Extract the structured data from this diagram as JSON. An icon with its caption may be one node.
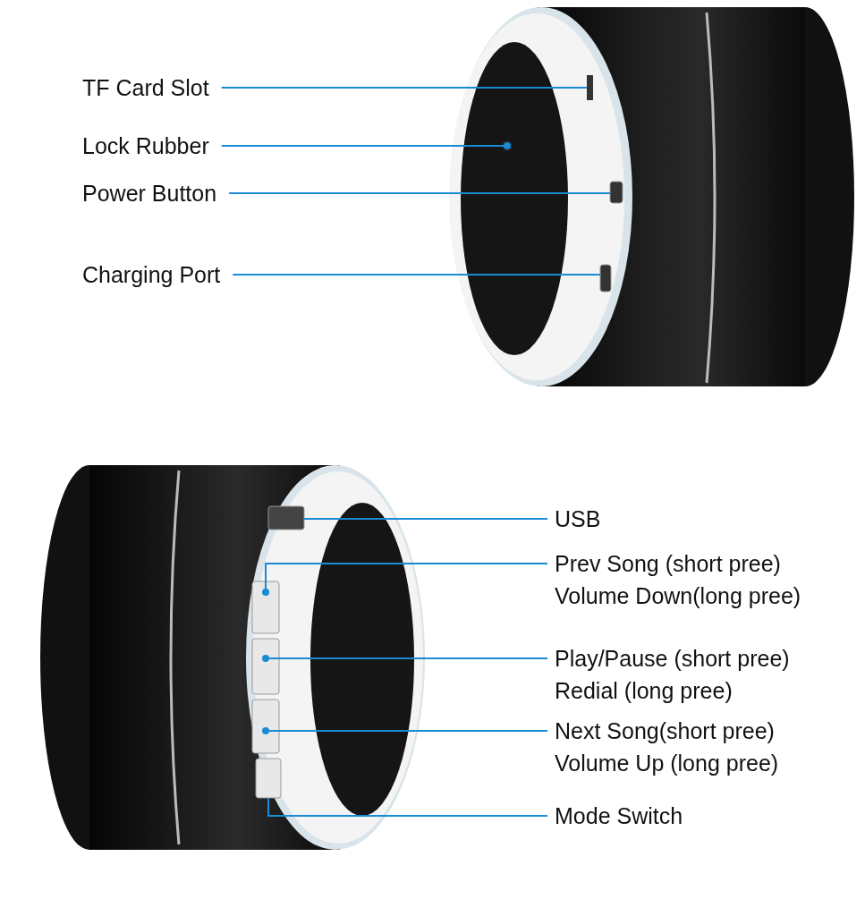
{
  "diagram": {
    "nodes": [
      {
        "text": [
          "TF Card Slot"
        ]
      },
      {
        "text": [],
        "shape": "bar"
      },
      {
        "text": [
          "Lock Rubber"
        ]
      },
      {
        "text": [],
        "shape": "circle"
      },
      {
        "text": [
          "Power Button"
        ]
      },
      {
        "text": [],
        "shape": "box"
      },
      {
        "text": [
          "Charging Port"
        ]
      },
      {
        "text": [],
        "shape": "box"
      },
      {
        "text": [
          "USB"
        ]
      },
      {
        "text": [],
        "shape": "box"
      },
      {
        "text": [
          "Prev Song (short pree) Volume Down(long pree)"
        ]
      },
      {
        "text": [],
        "shape": "box"
      },
      {
        "text": [
          "Play/Pause (short pree) Redial (long pree)"
        ]
      },
      {
        "text": [],
        "shape": "box"
      },
      {
        "text": [
          "Next Song(short pree) Volume Up (long pree)"
        ]
      },
      {
        "text": [],
        "shape": "box"
      },
      {
        "text": [
          "Mode Switch"
        ]
      },
      {
        "text": [],
        "shape": "box"
      }
    ],
    "edges": [
      {
        "from": 0,
        "to": 1,
        "arrow": "none"
      },
      {
        "from": 2,
        "to": 3,
        "arrow": "other"
      },
      {
        "from": 4,
        "to": 5,
        "arrow": "none"
      },
      {
        "from": 6,
        "to": 7,
        "arrow": "none"
      },
      {
        "from": 8,
        "to": 9,
        "arrow": "none"
      },
      {
        "from": 10,
        "to": 11,
        "arrow": "other"
      },
      {
        "from": 12,
        "to": 13,
        "arrow": "other"
      },
      {
        "from": 14,
        "to": 15,
        "arrow": "other"
      },
      {
        "from": 16,
        "to": 17,
        "arrow": "none"
      }
    ]
  }
}
